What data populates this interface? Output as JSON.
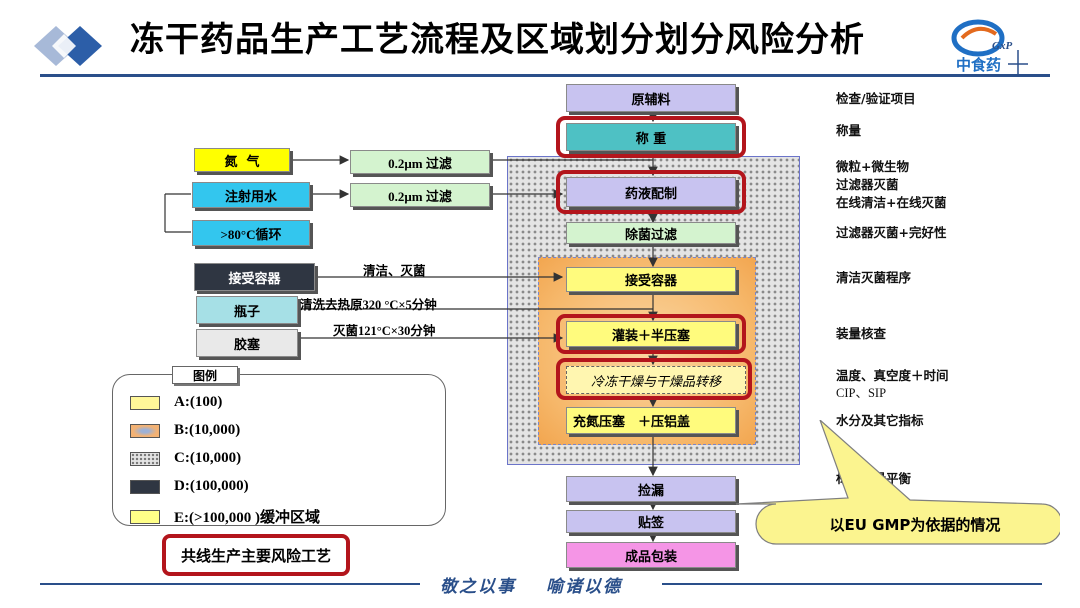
{
  "header": {
    "title": "冻干药品生产工艺流程及区域划分划分风险分析",
    "logo_gxp": "GxP",
    "logo_text": "中食药"
  },
  "flow": {
    "raw_material": "原辅料",
    "weighing": "称  重",
    "solution_prep": "药液配制",
    "sterile_filtration": "除菌过滤",
    "receiving_container": "接受容器",
    "filling": "灌装＋半压塞",
    "freeze_drying": "冷冻干燥与干燥品转移",
    "nitrogen_capping": "充氮压塞　＋压铝盖",
    "inspection": "捡漏",
    "labeling": "贴签",
    "packaging": "成品包装"
  },
  "inputs": {
    "nitrogen": "氮  气",
    "filter1": "0.2μm 过滤",
    "wfi": "注射用水",
    "filter2": "0.2μm 过滤",
    "loop": ">80°C循环",
    "receiving_container": "接受容器",
    "receiving_note": "清洁、灭菌",
    "bottle": "瓶子",
    "bottle_note": "清洗去热原320 °C×5分钟",
    "stopper": "胶塞",
    "stopper_note": "灭菌121°C×30分钟"
  },
  "right_notes": {
    "n1": "检查/验证项目",
    "n2": "称量",
    "n3a": "微粒+微生物",
    "n3b": "过滤器灭菌",
    "n3c": "在线清洁+在线灭菌",
    "n4": "过滤器灭菌+完好性",
    "n5": "清洁灭菌程序",
    "n6": "装量核查",
    "n7a": "温度、真空度＋时间",
    "n7b": "CIP、SIP",
    "n8": "水分及其它指标",
    "n9": "标签数量平衡"
  },
  "callout": "以EU GMP为依据的情况",
  "legend": {
    "title": "图例",
    "items": [
      {
        "label": "A:(100)",
        "color": "#fff799"
      },
      {
        "label": "B:(10,000)",
        "color": "#f3b274"
      },
      {
        "label": "C:(10,000)",
        "color": "#d9d9d9"
      },
      {
        "label": "D:(100,000)",
        "color": "#2f3642"
      },
      {
        "label": "E:(>100,000 )缓冲区域",
        "color": "#ffff88"
      }
    ]
  },
  "risk_label": "共线生产主要风险工艺",
  "footer": {
    "motto_left": "敬之以事",
    "motto_right": "喻诸以德"
  }
}
